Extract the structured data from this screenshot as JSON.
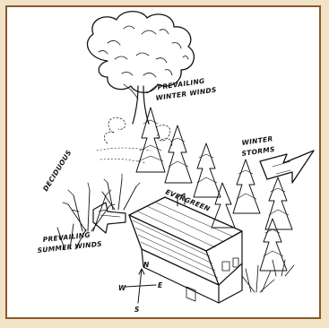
{
  "labels": {
    "winter_winds_line1": "PREVAILING",
    "winter_winds_line2": "WINTER WINDS",
    "winter_storms_line1": "WINTER",
    "winter_storms_line2": "STORMS",
    "deciduous": "DECIDUOUS",
    "evergreen": "EVERGREEN",
    "summer_winds_line1": "PREVAILING",
    "summer_winds_line2": "SUMMER WINDS",
    "compass_n": "N",
    "compass_e": "E",
    "compass_s": "S",
    "compass_w": "W"
  },
  "colors": {
    "frame_background": "#f2e2c6",
    "frame_border": "#8a5a2b",
    "ink": "#111111"
  }
}
